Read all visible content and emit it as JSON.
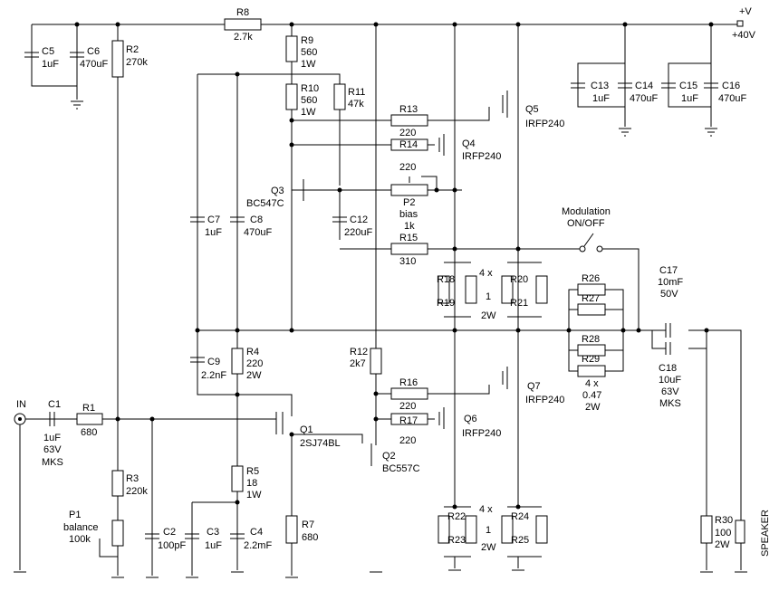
{
  "supply": {
    "v_label": "+V",
    "v_value": "+40V"
  },
  "input": {
    "label": "IN"
  },
  "speaker_label": "SPEAKER",
  "switch": {
    "line1": "Modulation",
    "line2": "ON/OFF"
  },
  "components": {
    "r8": {
      "name": "R8",
      "value": "2.7k"
    },
    "c5": {
      "name": "C5",
      "value": "1uF"
    },
    "c6": {
      "name": "C6",
      "value": "470uF"
    },
    "r2": {
      "name": "R2",
      "value": "270k"
    },
    "r9": {
      "name": "R9",
      "value": "560",
      "rating": "1W"
    },
    "r10": {
      "name": "R10",
      "value": "560",
      "rating": "1W"
    },
    "r11": {
      "name": "R11",
      "value": "47k"
    },
    "r13": {
      "name": "R13",
      "value": "220"
    },
    "r14": {
      "name": "R14",
      "value": "220"
    },
    "q5": {
      "name": "Q5",
      "part": "IRFP240"
    },
    "q4": {
      "name": "Q4",
      "part": "IRFP240"
    },
    "c13": {
      "name": "C13",
      "value": "1uF"
    },
    "c14": {
      "name": "C14",
      "value": "470uF"
    },
    "c15": {
      "name": "C15",
      "value": "1uF"
    },
    "c16": {
      "name": "C16",
      "value": "470uF"
    },
    "q3": {
      "name": "Q3",
      "part": "BC547C"
    },
    "p2": {
      "name": "P2",
      "value1": "bias",
      "value2": "1k"
    },
    "c7": {
      "name": "C7",
      "value": "1uF"
    },
    "c8": {
      "name": "C8",
      "value": "470uF"
    },
    "c12": {
      "name": "C12",
      "value": "220uF"
    },
    "r15": {
      "name": "R15",
      "value": "310"
    },
    "r18": {
      "name": "R18"
    },
    "r19": {
      "name": "R19"
    },
    "r20": {
      "name": "R20"
    },
    "r21": {
      "name": "R21"
    },
    "top_group": {
      "qty": "4 x",
      "val": "1",
      "rating": "2W"
    },
    "r26": {
      "name": "R26"
    },
    "r27": {
      "name": "R27"
    },
    "r28": {
      "name": "R28"
    },
    "r29": {
      "name": "R29"
    },
    "out_group": {
      "qty": "4 x",
      "val": "0.47",
      "rating": "2W"
    },
    "c17": {
      "name": "C17",
      "value": "10mF",
      "rating": "50V"
    },
    "c18": {
      "name": "C18",
      "value": "10uF",
      "rating": "63V",
      "type": "MKS"
    },
    "c9": {
      "name": "C9",
      "value": "2.2nF"
    },
    "r4": {
      "name": "R4",
      "value": "220",
      "rating": "2W"
    },
    "r12": {
      "name": "R12",
      "value": "2k7"
    },
    "r16": {
      "name": "R16",
      "value": "220"
    },
    "r17": {
      "name": "R17",
      "value": "220"
    },
    "q7": {
      "name": "Q7",
      "part": "IRFP240"
    },
    "q6": {
      "name": "Q6",
      "part": "IRFP240"
    },
    "c1": {
      "name": "C1",
      "value": "1uF",
      "rating": "63V",
      "type": "MKS"
    },
    "r1": {
      "name": "R1",
      "value": "680"
    },
    "q1": {
      "name": "Q1",
      "part": "2SJ74BL"
    },
    "q2": {
      "name": "Q2",
      "part": "BC557C"
    },
    "r3": {
      "name": "R3",
      "value": "220k"
    },
    "p1": {
      "name": "P1",
      "value1": "balance",
      "value2": "100k"
    },
    "c2": {
      "name": "C2",
      "value": "100pF"
    },
    "c3": {
      "name": "C3",
      "value": "1uF"
    },
    "c4": {
      "name": "C4",
      "value": "2.2mF"
    },
    "r5": {
      "name": "R5",
      "value": "18",
      "rating": "1W"
    },
    "r7": {
      "name": "R7",
      "value": "680"
    },
    "r22": {
      "name": "R22"
    },
    "r23": {
      "name": "R23"
    },
    "r24": {
      "name": "R24"
    },
    "r25": {
      "name": "R25"
    },
    "bot_group": {
      "qty": "4 x",
      "val": "1",
      "rating": "2W"
    },
    "r30": {
      "name": "R30",
      "value": "100",
      "rating": "2W"
    }
  }
}
